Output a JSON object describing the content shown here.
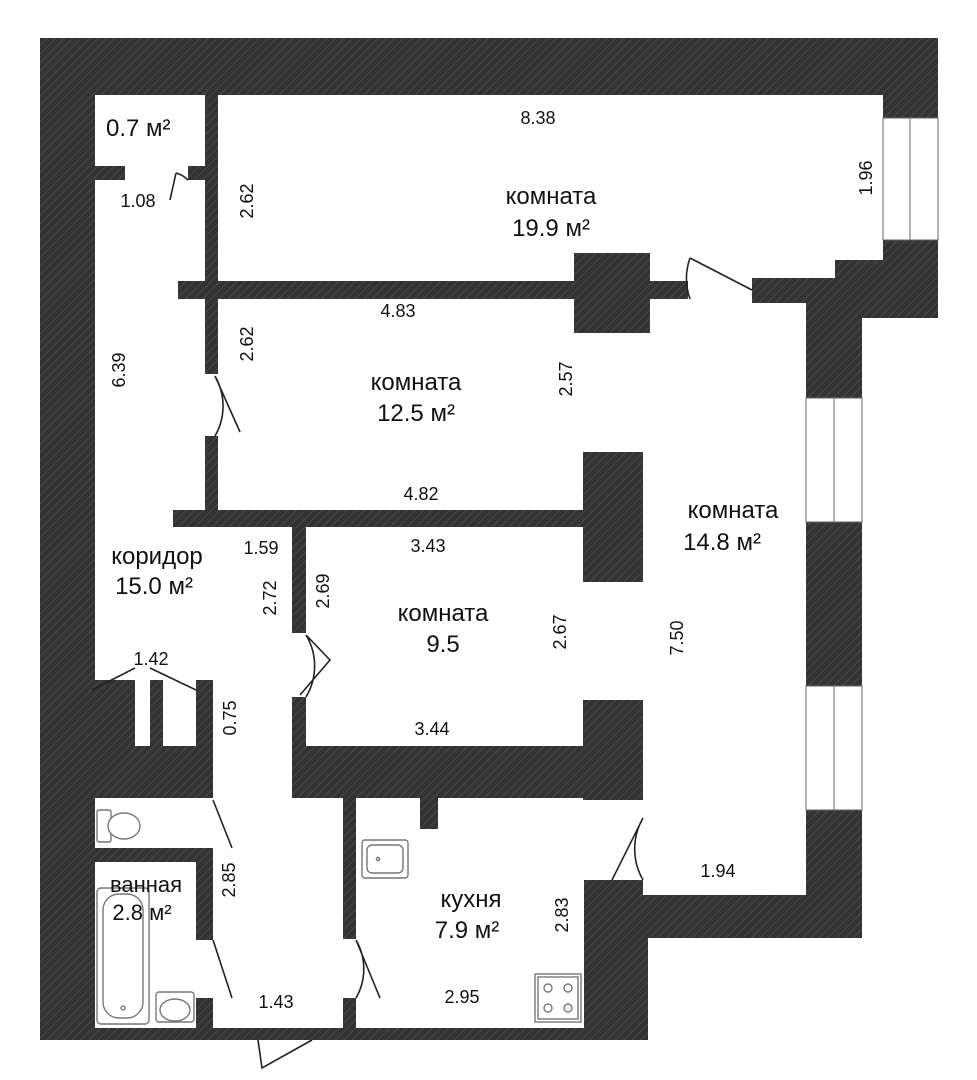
{
  "rooms": {
    "closet": {
      "area": "0.7 м²"
    },
    "room1": {
      "name": "комната",
      "area": "19.9 м²"
    },
    "room2": {
      "name": "комната",
      "area": "12.5 м²"
    },
    "room3": {
      "name": "комната",
      "area": "14.8 м²"
    },
    "room4": {
      "name": "комната",
      "area": "9.5"
    },
    "corridor": {
      "name": "коридор",
      "area": "15.0 м²"
    },
    "bathroom": {
      "name": "ванная",
      "area": "2.8 м²"
    },
    "kitchen": {
      "name": "кухня",
      "area": "7.9 м²"
    }
  },
  "dimensions": {
    "room1_width": "8.38",
    "room1_window": "1.96",
    "closet_width": "1.08",
    "closet_height": "2.62",
    "room2_width": "4.83",
    "room2_left": "2.62",
    "room2_right": "2.57",
    "corridor_length": "6.39",
    "room2_bottom": "4.82",
    "corridor_width": "1.59",
    "room4_top": "3.43",
    "corridor_side": "2.72",
    "room4_left": "2.69",
    "room4_right": "2.67",
    "room3_height": "7.50",
    "room4_bottom": "3.44",
    "wc_width": "1.42",
    "wc_height": "0.75",
    "bath_height": "2.85",
    "entry_width": "1.43",
    "kitchen_height": "2.83",
    "kitchen_width": "2.95",
    "room3_bottom": "1.94"
  }
}
